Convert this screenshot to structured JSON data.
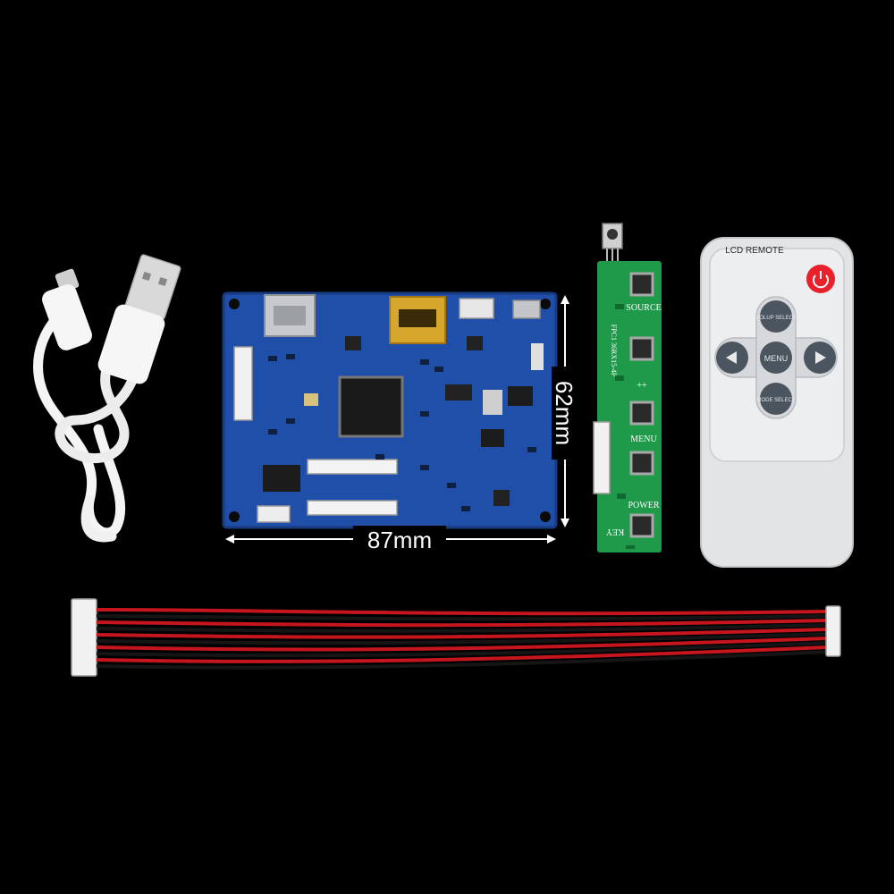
{
  "colors": {
    "background": "#000000",
    "pcb_blue": "#1f4fa8",
    "pcb_green": "#1f9a4a",
    "remote_body": "#e2e4e6",
    "power_button": "#e8202a",
    "wire_red": "#c4161c",
    "wire_black": "#151515",
    "usb_cable": "#f2f2f2"
  },
  "dimensions": {
    "width_label": "87mm",
    "height_label": "62mm"
  },
  "key_board": {
    "labels": {
      "source": "SOURCE",
      "plus": "++",
      "menu": "MENU",
      "power": "POWER",
      "key": "KEY",
      "model": "FPC1 36RX15-4P"
    }
  },
  "remote": {
    "title": "LCD REMOTE",
    "buttons": {
      "up": "VOLUP SELECT",
      "center": "MENU",
      "down": "MODE SELECT"
    }
  },
  "icons": {
    "power": "power-icon",
    "left": "arrow-left-icon",
    "right": "arrow-right-icon"
  }
}
